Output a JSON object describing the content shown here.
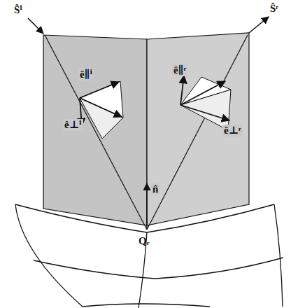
{
  "diagram": {
    "labels": [
      "Ŝⁱ",
      "Ŝʳ",
      "ê∥ⁱ",
      "ê⊥ⁱ",
      "ê∥ʳ",
      "ê⊥ʳ",
      "n̂",
      "Qᵣ"
    ]
  }
}
